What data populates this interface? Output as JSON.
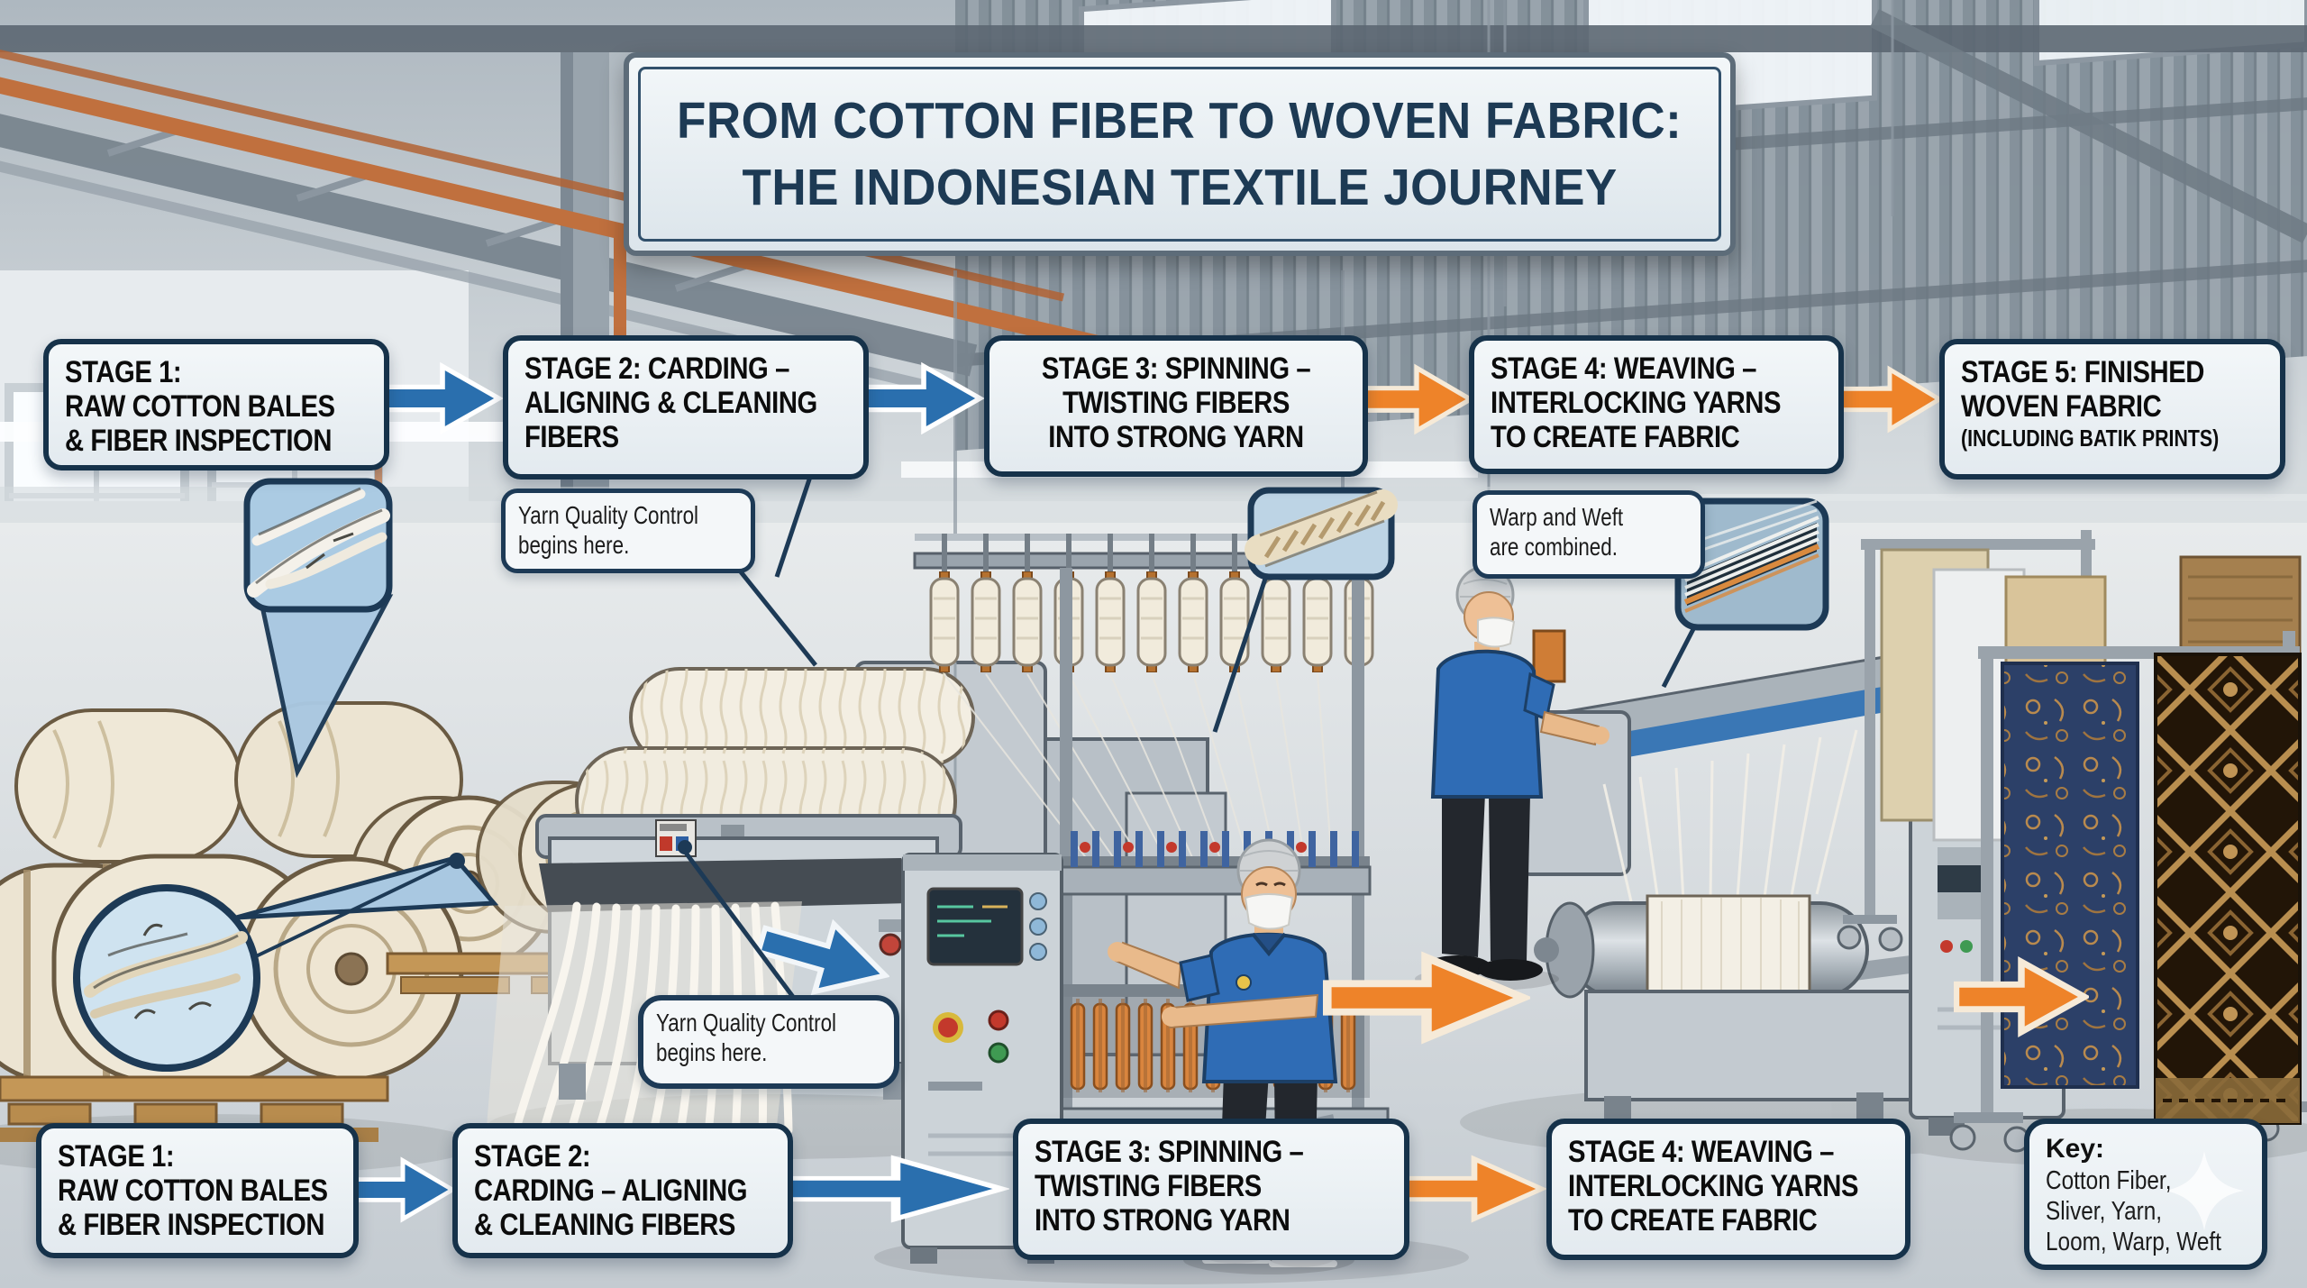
{
  "title": {
    "line1": "FROM COTTON FIBER TO WOVEN FABRIC:",
    "line2": "THE INDONESIAN TEXTILE JOURNEY"
  },
  "stages_top": [
    {
      "lines": [
        "STAGE 1:",
        "RAW COTTON BALES",
        "& FIBER INSPECTION"
      ]
    },
    {
      "lines": [
        "STAGE 2: CARDING –",
        "ALIGNING & CLEANING",
        "FIBERS"
      ]
    },
    {
      "lines": [
        "STAGE 3: SPINNING –",
        "TWISTING FIBERS",
        "INTO STRONG YARN"
      ]
    },
    {
      "lines": [
        "STAGE 4: WEAVING –",
        "INTERLOCKING YARNS",
        "TO CREATE FABRIC"
      ]
    },
    {
      "lines": [
        "STAGE 5: FINISHED",
        "WOVEN FABRIC"
      ],
      "subline": "(INCLUDING BATIK PRINTS)"
    }
  ],
  "stages_bottom": [
    {
      "lines": [
        "STAGE 1:",
        "RAW COTTON BALES",
        "& FIBER INSPECTION"
      ]
    },
    {
      "lines": [
        "STAGE 2:",
        "CARDING – ALIGNING",
        "& CLEANING FIBERS"
      ]
    },
    {
      "lines": [
        "STAGE 3: SPINNING –",
        "TWISTING FIBERS",
        "INTO STRONG YARN"
      ]
    },
    {
      "lines": [
        "STAGE 4: WEAVING –",
        "INTERLOCKING YARNS",
        "TO CREATE FABRIC"
      ]
    }
  ],
  "callouts": {
    "yarn_qc_top": {
      "lines": [
        "Yarn Quality Control",
        "begins here."
      ]
    },
    "warp_weft": {
      "lines": [
        "Warp and Weft",
        "are combined."
      ]
    },
    "yarn_qc_bottom": {
      "lines": [
        "Yarn Quality Control",
        "begins here."
      ]
    }
  },
  "key": {
    "heading": "Key:",
    "lines": [
      "Cotton Fiber,",
      "Sliver, Yarn,",
      "Loom, Warp, Weft"
    ]
  },
  "colors": {
    "arrow_blue": "#2a6fae",
    "arrow_orange": "#ee8329",
    "stage_box_border": "#16324a",
    "stage_box_fill": "#edf2f5",
    "callout_border": "#1d3a56",
    "title_text": "#1d3a54",
    "label_text": "#0c0c0c",
    "worker_shirt_blue": "#2f6cb5",
    "cotton_cream": "#efe8d7",
    "pipe_orange": "#c0703e"
  }
}
